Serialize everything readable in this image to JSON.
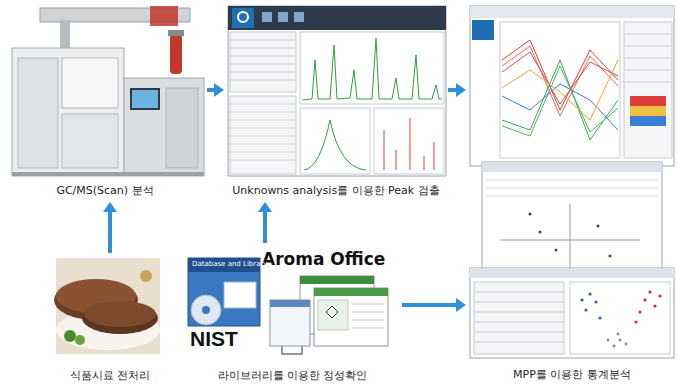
{
  "diagram": {
    "nodes": [
      {
        "text": [
          "GC/MS(Scan) 분석"
        ]
      },
      {
        "text": [
          "Unknowns analysis를 이용한 Peak 검출"
        ]
      },
      {
        "text": [
          "MPP를 이용한 통계분석"
        ]
      },
      {
        "text": [
          "식품시료 전처리"
        ]
      },
      {
        "text": [
          "라이브러리를 이용한 정성확인"
        ]
      }
    ],
    "edges": [
      {
        "from": 3,
        "to": 0,
        "arrow": "to"
      },
      {
        "from": 0,
        "to": 1,
        "arrow": "to"
      },
      {
        "from": 4,
        "to": 1,
        "arrow": "to"
      },
      {
        "from": 1,
        "to": 2,
        "arrow": "to"
      },
      {
        "from": 4,
        "to": 2,
        "arrow": "to"
      }
    ],
    "labels": [
      "Aroma Office",
      "Database and Library",
      "NIST"
    ]
  }
}
